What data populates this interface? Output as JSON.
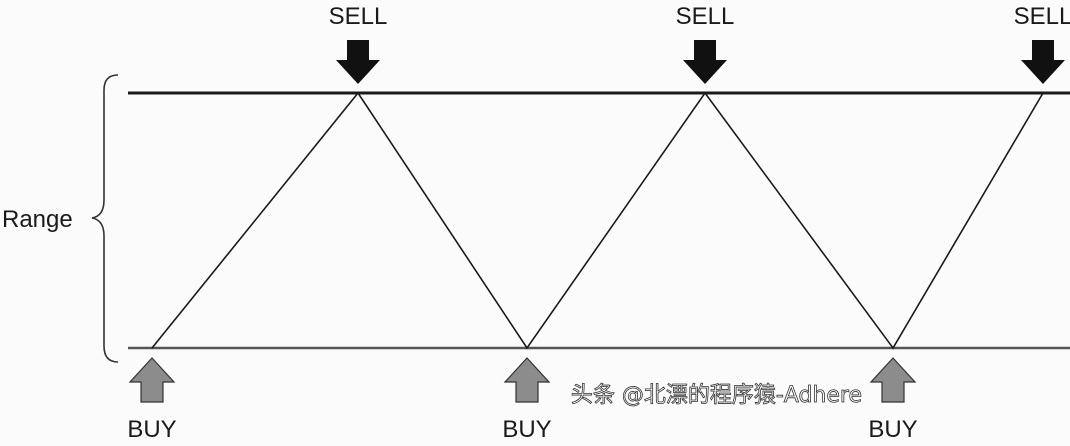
{
  "range_label": "Range",
  "sell_label": "SELL",
  "buy_label": "BUY",
  "sell_points": [
    "sell-1",
    "sell-2",
    "sell-3"
  ],
  "buy_points": [
    "buy-1",
    "buy-2",
    "buy-3"
  ],
  "colors": {
    "sell_arrow": "#111111",
    "buy_arrow": "#8c8c8c",
    "lines": "#1a1a1a"
  },
  "watermark": "头条 @北漂的程序猿-Adhere"
}
